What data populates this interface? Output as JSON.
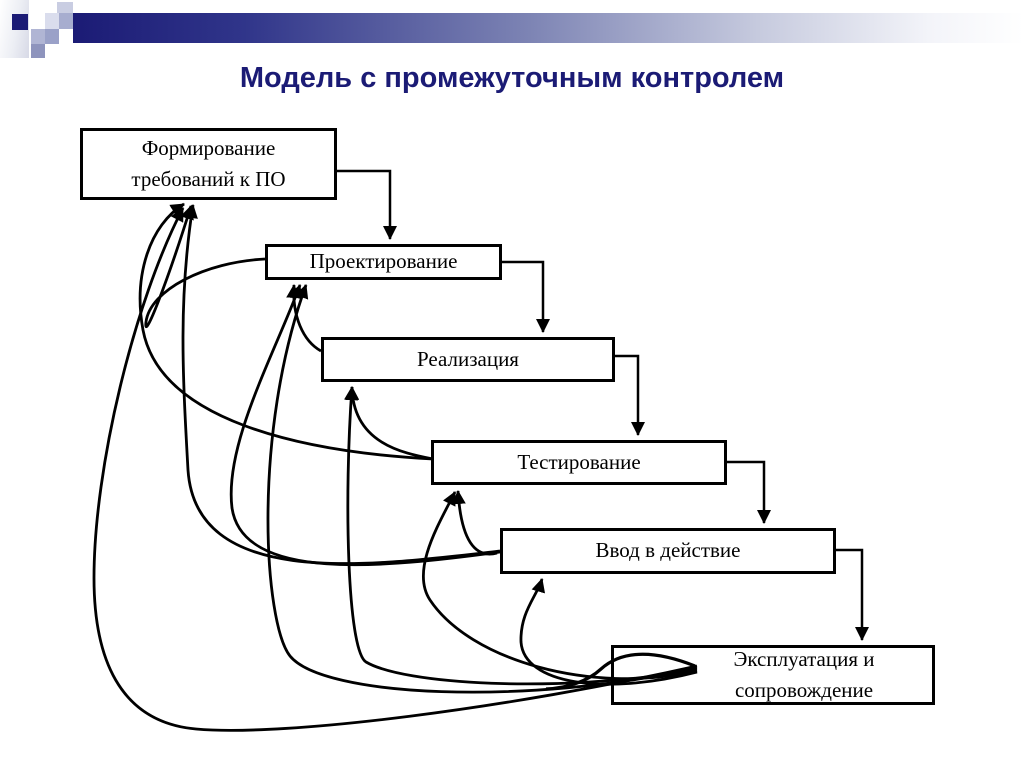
{
  "slide": {
    "title": "Модель с промежуточным контролем",
    "title_color": "#1b1b75",
    "accent_color": "#1b1b75",
    "background_color": "#ffffff"
  },
  "boxes": [
    {
      "label": "Формирование требований к ПО"
    },
    {
      "label": "Проектирование"
    },
    {
      "label": "Реализация"
    },
    {
      "label": "Тестирование"
    },
    {
      "label": "Ввод в действие"
    },
    {
      "label": "Эксплуатация и сопровождение"
    }
  ],
  "diagram": {
    "type": "waterfall-with-intermediate-control",
    "forward_arrows": [
      "1→2",
      "2→3",
      "3→4",
      "4→5",
      "5→6"
    ],
    "feedback_arrows": [
      "2→1",
      "4→1",
      "5→1",
      "6→1",
      "3→2",
      "5→2",
      "6→2",
      "4→3",
      "6→3",
      "5→4",
      "6→4",
      "6→5"
    ]
  },
  "decoration": {
    "bar_gradient": [
      "#1b1b75",
      "#7d84b4",
      "#ffffff"
    ],
    "square_colors": [
      "#1b1b75",
      "#c9cde2",
      "#dadded",
      "#a7adcf",
      "#b0b5d4",
      "#9aa1c8",
      "#8e94bd"
    ]
  }
}
